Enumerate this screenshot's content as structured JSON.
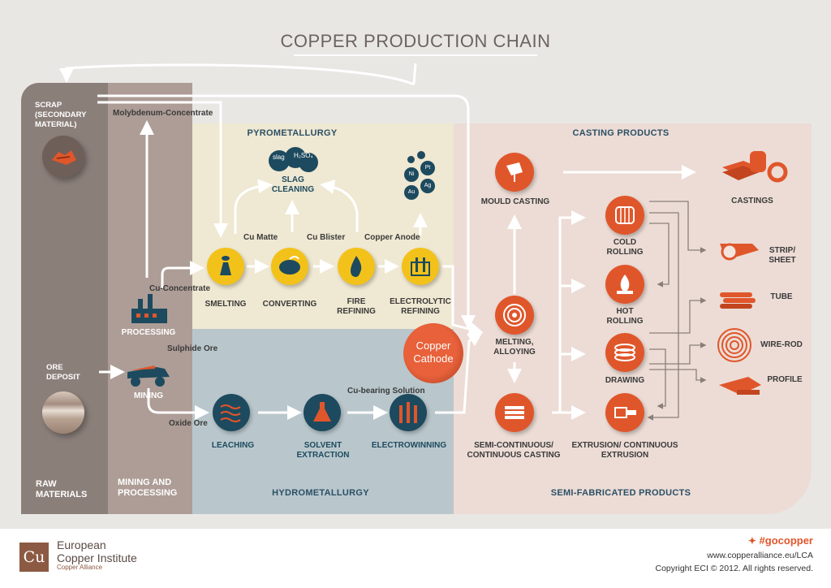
{
  "title": "COPPER PRODUCTION CHAIN",
  "columns": {
    "raw_materials": "RAW MATERIALS",
    "mining_processing": "MINING AND PROCESSING",
    "pyrometallurgy": "PYROMETALLURGY",
    "hydrometallurgy": "HYDROMETALLURGY",
    "casting_products": "CASTING PRODUCTS",
    "semi_fabricated": "SEMI-FABRICATED  PRODUCTS"
  },
  "raw": {
    "scrap": "SCRAP (SECONDARY MATERIAL)",
    "ore_deposit": "ORE DEPOSIT"
  },
  "mining": {
    "molybdenum": "Molybdenum-Concentrate",
    "cu_concentrate": "Cu-Concentrate",
    "processing": "PROCESSING",
    "sulphide_ore": "Sulphide Ore",
    "mining": "MINING",
    "oxide_ore": "Oxide Ore"
  },
  "pyro": {
    "slag_cleaning": "SLAG CLEANING",
    "slag": "slag",
    "h2so4": "H₂SO₄",
    "elements": [
      "Pt",
      "Ni",
      "Ag",
      "Au"
    ],
    "cu_matte": "Cu Matte",
    "cu_blister": "Cu Blister",
    "copper_anode": "Copper Anode",
    "smelting": "SMELTING",
    "converting": "CONVERTING",
    "fire_refining": "FIRE REFINING",
    "electrolytic_refining": "ELECTROLYTIC REFINING"
  },
  "hydro": {
    "leaching": "LEACHING",
    "solvent_extraction": "SOLVENT EXTRACTION",
    "cu_bearing": "Cu-bearing Solution",
    "electrowinning": "ELECTROWINNING"
  },
  "cathode": "Copper Cathode",
  "fab": {
    "mould_casting": "MOULD CASTING",
    "melting": "MELTING, ALLOYING",
    "semi_continuous": "SEMI-CONTINUOUS/ CONTINUOUS CASTING",
    "cold_rolling": "COLD ROLLING",
    "hot_rolling": "HOT ROLLING",
    "drawing": "DRAWING",
    "extrusion": "EXTRUSION/ CONTINUOUS EXTRUSION",
    "castings": "CASTINGS",
    "strip_sheet": "STRIP/ SHEET",
    "tube": "TUBE",
    "wire_rod": "WIRE-ROD",
    "profile": "PROFILE"
  },
  "footer": {
    "logo": "Cu",
    "org_line1": "European",
    "org_line2": "Copper Institute",
    "alliance": "Copper Alliance",
    "hashtag": "#gocopper",
    "url": "www.copperalliance.eu/LCA",
    "copyright": "Copyright ECI © 2012. All rights reserved."
  },
  "colors": {
    "orange": "#e0562b",
    "yellow": "#f3c21a",
    "teal": "#1d4a5e",
    "brown": "#8c5a43"
  }
}
